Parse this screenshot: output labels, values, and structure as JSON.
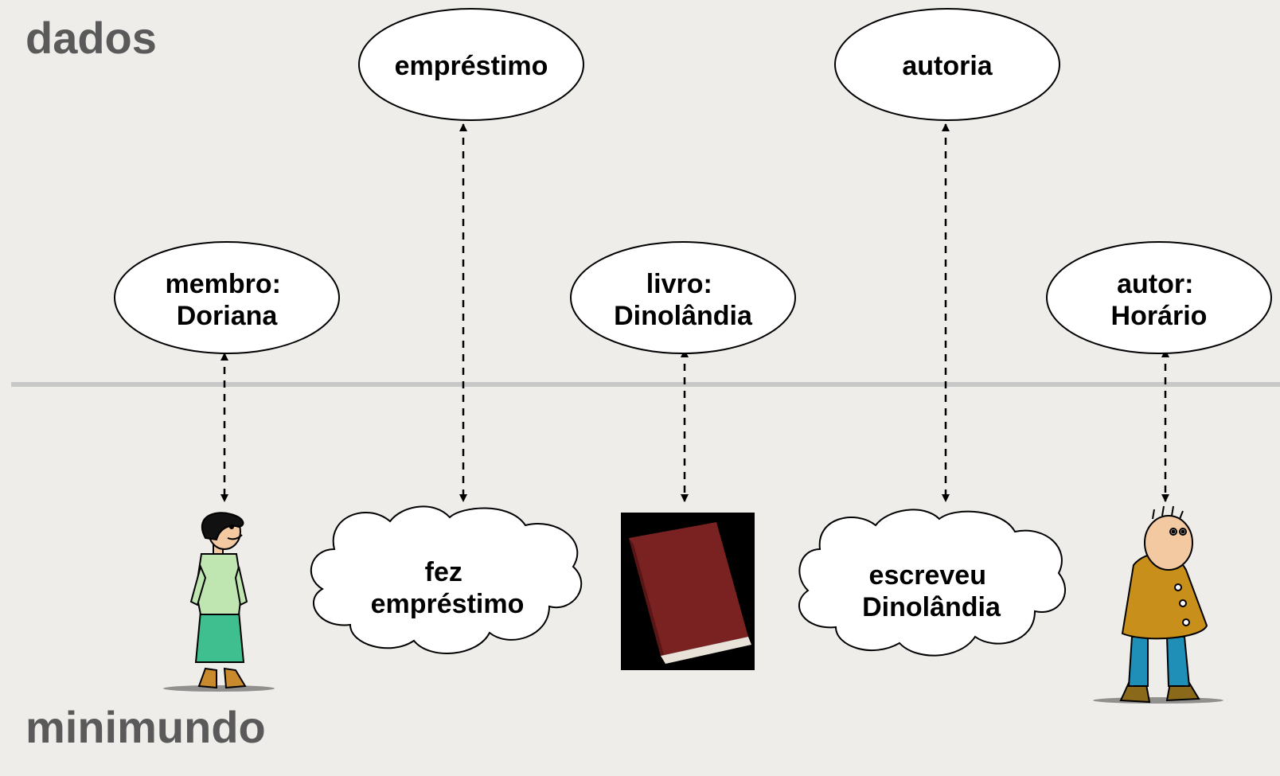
{
  "top_label": "dados",
  "bottom_label": "minimundo",
  "data_nodes": [
    {
      "id": "emprestimo",
      "lines": [
        "empréstimo"
      ]
    },
    {
      "id": "autoria",
      "lines": [
        "autoria"
      ]
    },
    {
      "id": "membro",
      "lines": [
        "membro:",
        "Doriana"
      ]
    },
    {
      "id": "livro",
      "lines": [
        "livro:",
        "Dinolândia"
      ]
    },
    {
      "id": "autor",
      "lines": [
        "autor:",
        "Horário"
      ]
    }
  ],
  "world_items": [
    {
      "id": "doriana",
      "kind": "person",
      "icon": "woman-figure-icon"
    },
    {
      "id": "fez-emprestimo",
      "kind": "cloud",
      "lines": [
        "fez",
        "empréstimo"
      ]
    },
    {
      "id": "book",
      "kind": "object",
      "icon": "book-icon"
    },
    {
      "id": "escreveu",
      "kind": "cloud",
      "lines": [
        "escreveu",
        "Dinolândia"
      ]
    },
    {
      "id": "horario",
      "kind": "person",
      "icon": "man-figure-icon"
    }
  ],
  "colors": {
    "separator": "#c8c8c8",
    "label": "#5a5a5a",
    "book": "#7a2222",
    "woman_blouse": "#bfe6b0",
    "woman_skirt": "#3fbf8f",
    "man_coat": "#c8901a",
    "man_pants": "#1f8fb8"
  }
}
